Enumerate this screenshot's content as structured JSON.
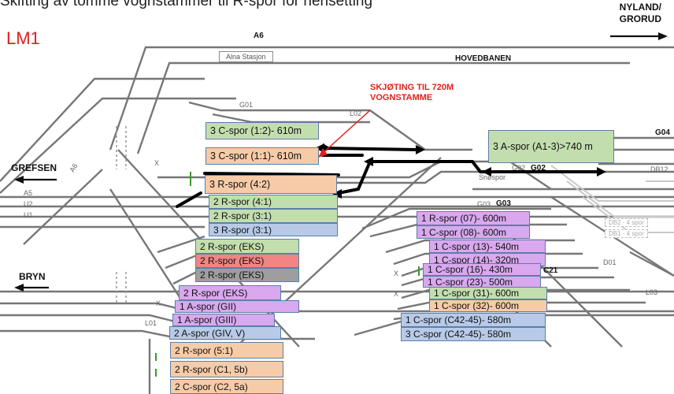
{
  "title": "Skifting av tomme vognstammer til R-spor for hensetting",
  "subtitle": "LM1",
  "directions": {
    "nyland": "NYLAND/ GRORUD",
    "grefsen": "GREFSEN",
    "bryn": "BRYN"
  },
  "annotation": "SKJØTING TIL 720M VOGNSTAMME",
  "station_label": "Alna Stasjon",
  "line_labels": {
    "a6_top": "A6",
    "a6_left": "A6",
    "hovedbanen": "HOVEDBANEN",
    "g01": "G01",
    "l02": "L02",
    "g04": "G04",
    "g02_a": "G02",
    "g02_b": "G02",
    "db12": "DB12",
    "snospor": "Snøspor",
    "g03_a": "G03",
    "g03_b": "G03",
    "a5": "A5",
    "u2": "U2",
    "u1": "U1",
    "x1": "X",
    "x2": "X",
    "x3": "X",
    "x4": "X",
    "l01": "L01",
    "d01": "D01",
    "l03": "L03",
    "c21": "C21",
    "db2": "DB2 - 4 spor",
    "db1": "DB1 - 4 spor"
  },
  "tracks": [
    {
      "label": "3 C-spor (1:2)- 610m",
      "color": "green"
    },
    {
      "label": "3 C-spor (1:1)- 610m",
      "color": "orange"
    },
    {
      "label": "3 A-spor (A1-3)>740 m",
      "color": "green"
    },
    {
      "label": "3 R-spor (4:2)",
      "color": "orange"
    },
    {
      "label": "2 R-spor (4:1)",
      "color": "green"
    },
    {
      "label": "2 R-spor (3:1)",
      "color": "green"
    },
    {
      "label": "3 R-spor (3:1)",
      "color": "blue"
    },
    {
      "label": "2 R-spor (EKS)",
      "color": "green"
    },
    {
      "label": "2 R-spor (EKS)",
      "color": "red"
    },
    {
      "label": "2 R-spor (EKS)",
      "color": "gray"
    },
    {
      "label": "2 R-spor (EKS)",
      "color": "purple"
    },
    {
      "label": "1 A-spor (GII)",
      "color": "purple"
    },
    {
      "label": "1 A-spor (GIII)",
      "color": "purple"
    },
    {
      "label": "2 A-spor (GIV, V)",
      "color": "blue"
    },
    {
      "label": "2 R-spor (5:1)",
      "color": "orange"
    },
    {
      "label": "2 R-spor (C1, 5b)",
      "color": "orange"
    },
    {
      "label": "2 C-spor (C2, 5a)",
      "color": "orange"
    },
    {
      "label": "1 R-spor (07)- 600m",
      "color": "purple"
    },
    {
      "label": "1 C-spor (08)- 600m",
      "color": "purple"
    },
    {
      "label": "1 C-spor (13)- 540m",
      "color": "purple"
    },
    {
      "label": "1 C-spor (14)- 320m",
      "color": "purple"
    },
    {
      "label": "1 C-spor (16)- 430m",
      "color": "purple"
    },
    {
      "label": "1 C-spor (23)- 500m",
      "color": "purple"
    },
    {
      "label": "1 C-spor (31)- 600m",
      "color": "green"
    },
    {
      "label": "1 C-spor (32)- 600m",
      "color": "orange"
    },
    {
      "label": "1 C-spor (C42-45)- 580m",
      "color": "blue"
    },
    {
      "label": "3 C-spor (C42-45)- 580m",
      "color": "blue"
    }
  ]
}
